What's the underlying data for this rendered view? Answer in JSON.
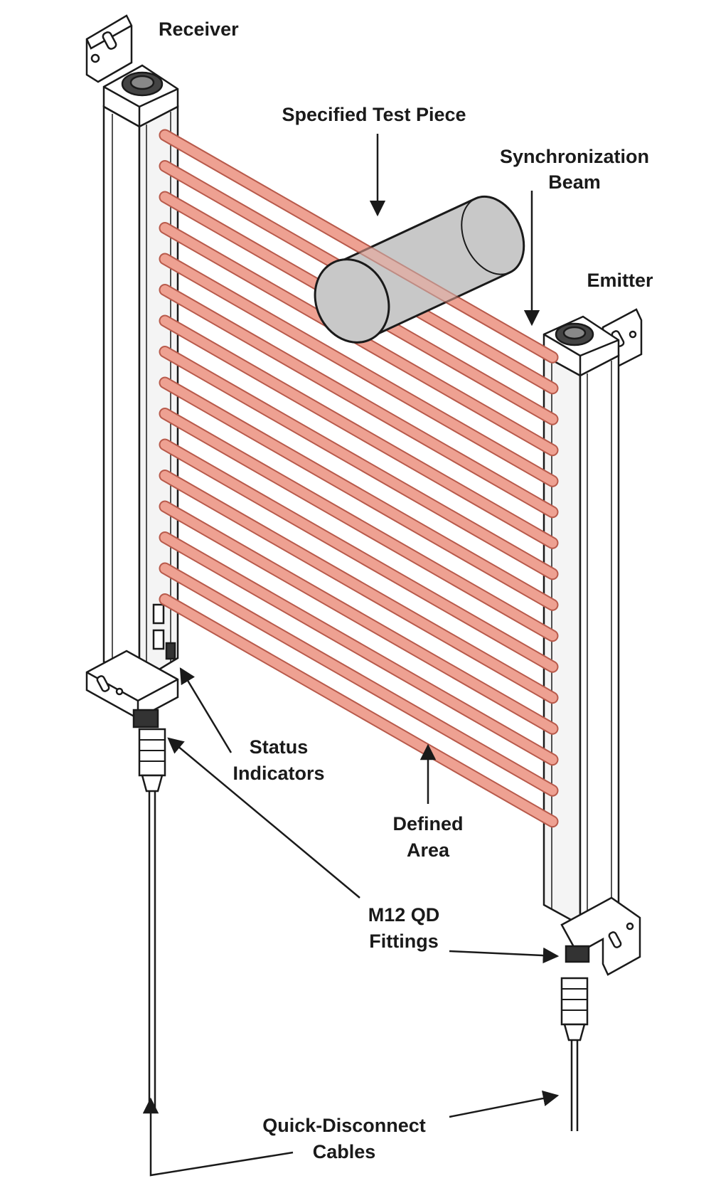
{
  "labels": {
    "receiver": "Receiver",
    "specified_test_piece": "Specified Test Piece",
    "synchronization_line1": "Synchronization",
    "synchronization_line2": "Beam",
    "emitter": "Emitter",
    "status_line1": "Status",
    "status_line2": "Indicators",
    "defined_line1": "Defined",
    "defined_line2": "Area",
    "m12_line1": "M12 QD",
    "m12_line2": "Fittings",
    "qd_line1": "Quick-Disconnect",
    "qd_line2": "Cables"
  },
  "colors": {
    "beam": "#eea192",
    "beam_edge": "#b85a4b",
    "test_piece": "#c8c8c8",
    "outline": "#1a1a1a",
    "housing": "#ffffff"
  },
  "beams": {
    "count": 16
  }
}
